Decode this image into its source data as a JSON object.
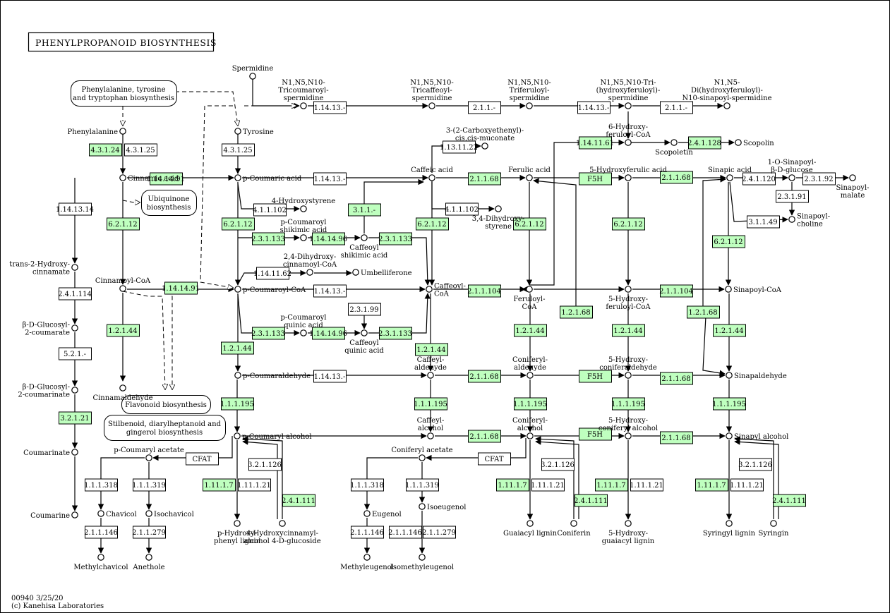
{
  "title": "PHENYLPROPANOID BIOSYNTHESIS",
  "footer": {
    "id_date": "00940 3/25/20",
    "copyright": "(c) Kanehisa Laboratories"
  },
  "colors": {
    "found": "#bfffbf",
    "absent": "#ffffff"
  },
  "pathways": [
    {
      "id": "pw_phe",
      "lines": [
        "Phenylalanine, tyrosine",
        "and tryptophan biosynthesis"
      ]
    },
    {
      "id": "pw_ubi",
      "lines": [
        "Ubiquinone",
        "biosynthesis"
      ]
    },
    {
      "id": "pw_flav",
      "lines": [
        "Flavonoid biosynthesis"
      ]
    },
    {
      "id": "pw_stil",
      "lines": [
        "Stilbenoid, diarylheptanoid and",
        "gingerol biosynthesis"
      ]
    }
  ],
  "compounds": [
    {
      "id": "c_spermidine",
      "lines": [
        "Spermidine"
      ]
    },
    {
      "id": "c_n1cou",
      "lines": [
        "N1,N5,N10-",
        "Tricoumaroyl-",
        "spermidine"
      ]
    },
    {
      "id": "c_n1caf",
      "lines": [
        "N1,N5,N10-",
        "Tricaffeoyl-",
        "spermidine"
      ]
    },
    {
      "id": "c_n1fer",
      "lines": [
        "N1,N5,N10-",
        "Triferuloyl-",
        "spermidine"
      ]
    },
    {
      "id": "c_n1hyd",
      "lines": [
        "N1,N5,N10-Tri-",
        "(hydroxyferuloyl)-",
        "spermidine"
      ]
    },
    {
      "id": "c_n1sin",
      "lines": [
        "N1,N5-",
        "Di(hydroxyferuloyl)-",
        "N10-sinapoyl-spermidine"
      ]
    },
    {
      "id": "c_phe",
      "lines": [
        "Phenylalanine"
      ]
    },
    {
      "id": "c_tyr",
      "lines": [
        "Tyrosine"
      ]
    },
    {
      "id": "c_carboxy",
      "lines": [
        "3-(2-Carboxyethenyl)-",
        "cis,cis-muconate"
      ]
    },
    {
      "id": "c_hferoylcoa",
      "lines": [
        "6-Hydroxy-",
        "feruloyl-CoA"
      ]
    },
    {
      "id": "c_scopoletin",
      "lines": [
        "Scopoletin"
      ]
    },
    {
      "id": "c_scopolin",
      "lines": [
        "Scopolin"
      ]
    },
    {
      "id": "c_cinnamic",
      "lines": [
        "Cinnamic acid"
      ]
    },
    {
      "id": "c_pcoumaric",
      "lines": [
        "p-Coumaric acid"
      ]
    },
    {
      "id": "c_caffeic",
      "lines": [
        "Caffeic acid"
      ]
    },
    {
      "id": "c_ferulic",
      "lines": [
        "Ferulic acid"
      ]
    },
    {
      "id": "c_5hferulic",
      "lines": [
        "5-Hydroxyferulic acid"
      ]
    },
    {
      "id": "c_sinapic",
      "lines": [
        "Sinapic acid"
      ]
    },
    {
      "id": "c_singlucose",
      "lines": [
        "1-O-Sinapoyl-",
        "β-D-glucose"
      ]
    },
    {
      "id": "c_sinmalate",
      "lines": [
        "Sinapoyl-",
        "malate"
      ]
    },
    {
      "id": "c_sincholine",
      "lines": [
        "Sinapoyl-",
        "choline"
      ]
    },
    {
      "id": "c_hstyrene",
      "lines": [
        "4-Hydroxystyrene"
      ]
    },
    {
      "id": "c_dihstyrene",
      "lines": [
        "3,4-Dihydroxy-",
        "styrene"
      ]
    },
    {
      "id": "c_pcoushik",
      "lines": [
        "p-Coumaroyl",
        "shikimic acid"
      ]
    },
    {
      "id": "c_cafshik",
      "lines": [
        "Caffeoyl",
        "shikimic acid"
      ]
    },
    {
      "id": "c_thc",
      "lines": [
        "trans-2-Hydroxy-",
        "cinnamate"
      ]
    },
    {
      "id": "c_dhcinnamoyl",
      "lines": [
        "2,4-Dihydroxy-",
        "cinnamoyl-CoA"
      ]
    },
    {
      "id": "c_umbel",
      "lines": [
        "Umbelliferone"
      ]
    },
    {
      "id": "c_cinnamoylcoa",
      "lines": [
        "Cinnamoyl-CoA"
      ]
    },
    {
      "id": "c_pcoumaroylcoa",
      "lines": [
        "p-Coumaroyl-CoA"
      ]
    },
    {
      "id": "c_caffeoylcoa",
      "lines": [
        "Caffeoyl-",
        "CoA"
      ]
    },
    {
      "id": "c_feruloylcoa",
      "lines": [
        "Feruloyl-",
        "CoA"
      ]
    },
    {
      "id": "c_5hfercoa",
      "lines": [
        "5-Hydroxy-",
        "feruloyl-CoA"
      ]
    },
    {
      "id": "c_sinapoylcoa",
      "lines": [
        "Sinapoyl-CoA"
      ]
    },
    {
      "id": "c_bglc2coum",
      "lines": [
        "β-D-Glucosyl-",
        "2-coumarate"
      ]
    },
    {
      "id": "c_pcouquinic",
      "lines": [
        "p-Coumaroyl",
        "quinic acid"
      ]
    },
    {
      "id": "c_cafquinic",
      "lines": [
        "Caffeoyl",
        "quinic acid"
      ]
    },
    {
      "id": "c_bglc2coumarinate",
      "lines": [
        "β-D-Glucosyl-",
        "2-coumarinate"
      ]
    },
    {
      "id": "c_cinnamaldehyde",
      "lines": [
        "Cinnamaldehyde"
      ]
    },
    {
      "id": "c_pcoumaraldehyde",
      "lines": [
        "p-Coumaraldehyde"
      ]
    },
    {
      "id": "c_caffeylald",
      "lines": [
        "Caffeyl-",
        "aldehyde"
      ]
    },
    {
      "id": "c_coniferylald",
      "lines": [
        "Coniferyl-",
        "aldehyde"
      ]
    },
    {
      "id": "c_5hconald",
      "lines": [
        "5-Hydroxy-",
        "coniferaldehyde"
      ]
    },
    {
      "id": "c_sinapaldehyde",
      "lines": [
        "Sinapaldehyde"
      ]
    },
    {
      "id": "c_coumarinate",
      "lines": [
        "Coumarinate"
      ]
    },
    {
      "id": "c_pcoumarylalc",
      "lines": [
        "p-Coumaryl alcohol"
      ]
    },
    {
      "id": "c_caffeylalc",
      "lines": [
        "Caffeyl-",
        "alcohol"
      ]
    },
    {
      "id": "c_coniferylalc",
      "lines": [
        "Coniferyl-",
        "alcohol"
      ]
    },
    {
      "id": "c_5hconalc",
      "lines": [
        "5-Hydroxy-",
        "coniferyl alcohol"
      ]
    },
    {
      "id": "c_sinapylalc",
      "lines": [
        "Sinapyl alcohol"
      ]
    },
    {
      "id": "c_pcouacetate",
      "lines": [
        "p-Coumaryl acetate"
      ]
    },
    {
      "id": "c_conacetate",
      "lines": [
        "Coniferyl acetate"
      ]
    },
    {
      "id": "c_coumarine",
      "lines": [
        "Coumarine"
      ]
    },
    {
      "id": "c_chavicol",
      "lines": [
        "Chavicol"
      ]
    },
    {
      "id": "c_isochavicol",
      "lines": [
        "Isochavicol"
      ]
    },
    {
      "id": "c_eugenol",
      "lines": [
        "Eugenol"
      ]
    },
    {
      "id": "c_isoeugenol",
      "lines": [
        "Isoeugenol"
      ]
    },
    {
      "id": "c_phlignin",
      "lines": [
        "p-Hydroxy-",
        "phenyl lignin"
      ]
    },
    {
      "id": "c_hcaglucoside",
      "lines": [
        "4-Hydroxycinnamyl-",
        "alcohol 4-D-glucoside"
      ]
    },
    {
      "id": "c_guaiacyl",
      "lines": [
        "Guaiacyl lignin"
      ]
    },
    {
      "id": "c_coniferin",
      "lines": [
        "Coniferin"
      ]
    },
    {
      "id": "c_5hguaiacyl",
      "lines": [
        "5-Hydroxy-",
        "guaiacyl lignin"
      ]
    },
    {
      "id": "c_syringyl",
      "lines": [
        "Syringyl lignin"
      ]
    },
    {
      "id": "c_syringin",
      "lines": [
        "Syringin"
      ]
    },
    {
      "id": "c_methylchavicol",
      "lines": [
        "Methylchavicol"
      ]
    },
    {
      "id": "c_anethole",
      "lines": [
        "Anethole"
      ]
    },
    {
      "id": "c_methyleugenol",
      "lines": [
        "Methyleugenol"
      ]
    },
    {
      "id": "c_isomethyleugenol",
      "lines": [
        "Isomethyleugenol"
      ]
    }
  ],
  "enzymes": [
    {
      "id": "e1",
      "label": "1.14.13.-",
      "found": false
    },
    {
      "id": "e2",
      "label": "2.1.1.-",
      "found": false
    },
    {
      "id": "e3",
      "label": "1.14.13.-",
      "found": false
    },
    {
      "id": "e4",
      "label": "2.1.1.-",
      "found": false
    },
    {
      "id": "e5",
      "label": "1.14.11.61",
      "found": true
    },
    {
      "id": "e6",
      "label": "2.4.1.128",
      "found": true
    },
    {
      "id": "e7",
      "label": "1.13.11.22",
      "found": false
    },
    {
      "id": "e8",
      "label": "4.3.1.24",
      "found": true
    },
    {
      "id": "e9",
      "label": "4.3.1.25",
      "found": false
    },
    {
      "id": "e10",
      "label": "4.3.1.25",
      "found": false
    },
    {
      "id": "e11",
      "label": "1.14.14.91",
      "found": true
    },
    {
      "id": "e12",
      "label": "1.14.13.-",
      "found": false
    },
    {
      "id": "e13",
      "label": "2.1.1.68",
      "found": true
    },
    {
      "id": "e14",
      "label": "F5H",
      "found": true
    },
    {
      "id": "e15",
      "label": "2.1.1.68",
      "found": true
    },
    {
      "id": "e16",
      "label": "2.4.1.120",
      "found": false
    },
    {
      "id": "e17",
      "label": "2.3.1.92",
      "found": false
    },
    {
      "id": "e18",
      "label": "2.3.1.91",
      "found": false
    },
    {
      "id": "e19",
      "label": "3.1.1.49",
      "found": false
    },
    {
      "id": "e20",
      "label": "1.14.13.14",
      "found": false
    },
    {
      "id": "e21",
      "label": "4.1.1.102",
      "found": false
    },
    {
      "id": "e22",
      "label": "3.1.1.-",
      "found": true
    },
    {
      "id": "e23",
      "label": "4.1.1.102",
      "found": false
    },
    {
      "id": "e24",
      "label": "6.2.1.12",
      "found": true
    },
    {
      "id": "e25",
      "label": "6.2.1.12",
      "found": true
    },
    {
      "id": "e26",
      "label": "6.2.1.12",
      "found": true
    },
    {
      "id": "e27",
      "label": "6.2.1.12",
      "found": true
    },
    {
      "id": "e28",
      "label": "6.2.1.12",
      "found": true
    },
    {
      "id": "e29",
      "label": "6.2.1.12",
      "found": true
    },
    {
      "id": "e30",
      "label": "2.3.1.133",
      "found": true
    },
    {
      "id": "e31",
      "label": "1.14.14.96",
      "found": true
    },
    {
      "id": "e32",
      "label": "2.3.1.133",
      "found": true
    },
    {
      "id": "e33",
      "label": "1.14.11.62",
      "found": false
    },
    {
      "id": "e34",
      "label": "1.14.14.91",
      "found": true
    },
    {
      "id": "e35",
      "label": "1.14.13.-",
      "found": false
    },
    {
      "id": "e36",
      "label": "2.1.1.104",
      "found": true
    },
    {
      "id": "e37",
      "label": "2.1.1.104",
      "found": true
    },
    {
      "id": "e38",
      "label": "2.4.1.114",
      "found": false
    },
    {
      "id": "e39",
      "label": "2.3.1.99",
      "found": false
    },
    {
      "id": "e40",
      "label": "1.2.1.68",
      "found": true
    },
    {
      "id": "e41",
      "label": "1.2.1.68",
      "found": true
    },
    {
      "id": "e42",
      "label": "1.2.1.44",
      "found": true
    },
    {
      "id": "e43",
      "label": "2.3.1.133",
      "found": true
    },
    {
      "id": "e44",
      "label": "1.14.14.96",
      "found": true
    },
    {
      "id": "e45",
      "label": "2.3.1.133",
      "found": true
    },
    {
      "id": "e46",
      "label": "5.2.1.-",
      "found": false
    },
    {
      "id": "e47",
      "label": "1.2.1.44",
      "found": true
    },
    {
      "id": "e48",
      "label": "1.2.1.44",
      "found": true
    },
    {
      "id": "e49",
      "label": "1.2.1.44",
      "found": true
    },
    {
      "id": "e50",
      "label": "1.2.1.44",
      "found": true
    },
    {
      "id": "e51",
      "label": "1.2.1.44",
      "found": true
    },
    {
      "id": "e52",
      "label": "1.14.13.-",
      "found": false
    },
    {
      "id": "e53",
      "label": "2.1.1.68",
      "found": true
    },
    {
      "id": "e54",
      "label": "F5H",
      "found": true
    },
    {
      "id": "e55",
      "label": "2.1.1.68",
      "found": true
    },
    {
      "id": "e56",
      "label": "3.2.1.21",
      "found": true
    },
    {
      "id": "e57",
      "label": "1.1.1.195",
      "found": true
    },
    {
      "id": "e58",
      "label": "1.1.1.195",
      "found": true
    },
    {
      "id": "e59",
      "label": "1.1.1.195",
      "found": true
    },
    {
      "id": "e60",
      "label": "1.1.1.195",
      "found": true
    },
    {
      "id": "e61",
      "label": "1.1.1.195",
      "found": true
    },
    {
      "id": "e62",
      "label": "2.1.1.68",
      "found": true
    },
    {
      "id": "e63",
      "label": "F5H",
      "found": true
    },
    {
      "id": "e64",
      "label": "2.1.1.68",
      "found": true
    },
    {
      "id": "e65",
      "label": "CFAT",
      "found": false
    },
    {
      "id": "e66",
      "label": "CFAT",
      "found": false
    },
    {
      "id": "e67",
      "label": "3.2.1.126",
      "found": false
    },
    {
      "id": "e68",
      "label": "3.2.1.126",
      "found": false
    },
    {
      "id": "e69",
      "label": "3.2.1.126",
      "found": false
    },
    {
      "id": "e70",
      "label": "1.1.1.318",
      "found": false
    },
    {
      "id": "e71",
      "label": "1.1.1.319",
      "found": false
    },
    {
      "id": "e72",
      "label": "1.11.1.7",
      "found": true
    },
    {
      "id": "e73",
      "label": "1.11.1.21",
      "found": false
    },
    {
      "id": "e74",
      "label": "1.1.1.318",
      "found": false
    },
    {
      "id": "e75",
      "label": "1.1.1.319",
      "found": false
    },
    {
      "id": "e76",
      "label": "1.11.1.7",
      "found": true
    },
    {
      "id": "e77",
      "label": "1.11.1.21",
      "found": false
    },
    {
      "id": "e78",
      "label": "1.11.1.7",
      "found": true
    },
    {
      "id": "e79",
      "label": "1.11.1.21",
      "found": false
    },
    {
      "id": "e80",
      "label": "1.11.1.7",
      "found": true
    },
    {
      "id": "e81",
      "label": "1.11.1.21",
      "found": false
    },
    {
      "id": "e82",
      "label": "2.4.1.111",
      "found": true
    },
    {
      "id": "e83",
      "label": "2.4.1.111",
      "found": true
    },
    {
      "id": "e84",
      "label": "2.4.1.111",
      "found": true
    },
    {
      "id": "e85",
      "label": "2.1.1.146",
      "found": false
    },
    {
      "id": "e86",
      "label": "2.1.1.279",
      "found": false
    },
    {
      "id": "e87",
      "label": "2.1.1.146",
      "found": false
    },
    {
      "id": "e88",
      "label": "2.1.1.146",
      "found": false
    },
    {
      "id": "e89",
      "label": "2.1.1.279",
      "found": false
    },
    {
      "id": "e90",
      "label": "1.14.13.14",
      "found": false
    },
    {
      "id": "e91",
      "label": "1.2.1.44",
      "found": true
    },
    {
      "id": "e92",
      "label": "1.2.1.44",
      "found": true
    }
  ]
}
